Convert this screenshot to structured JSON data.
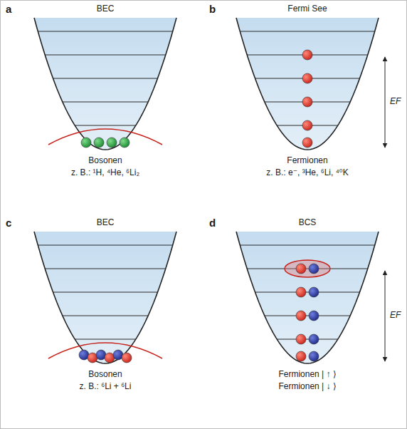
{
  "diagram": {
    "labels": [
      "a",
      "BEC",
      "Bosonen",
      "z. B.: ¹H, ⁴He, ⁶Li₂",
      "b",
      "Fermi See",
      "EF",
      "Fermionen",
      "z. B.: e⁻, ³He, ⁶Li, ⁴⁰K",
      "c",
      "BEC",
      "Bosonen",
      "z. B.: ⁶Li + ⁶Li",
      "d",
      "BCS",
      "EF",
      "Fermionen | ↑ ⟩",
      "Fermionen | ↓ ⟩"
    ]
  }
}
